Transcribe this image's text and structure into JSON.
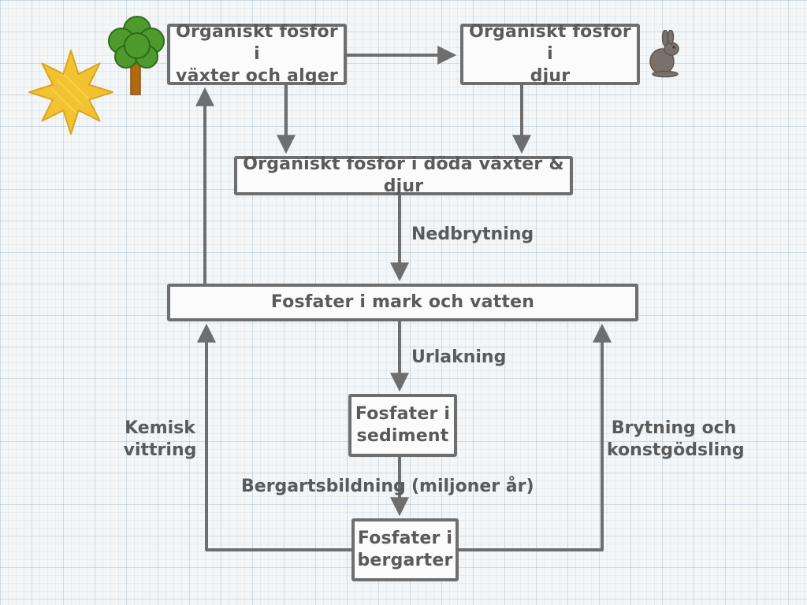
{
  "diagram": {
    "nodes": {
      "plants": "Organiskt fosfor i\nväxter och alger",
      "animals": "Organiskt fosfor i\ndjur",
      "dead": "Organiskt fosfor i döda växter & djur",
      "soil": "Fosfater i mark och vatten",
      "sediment": "Fosfater i\nsediment",
      "rock": "Fosfater i\nbergarter"
    },
    "edge_labels": {
      "decomposition": "Nedbrytning",
      "leaching": "Urlakning",
      "rock_formation": "Bergartsbildning",
      "million_years": "(miljoner år)",
      "weathering": "Kemisk\nvittring",
      "mining": "Brytning och\nkonstgödsling"
    },
    "icons": [
      "sun-icon",
      "tree-icon",
      "rabbit-icon"
    ],
    "colors": {
      "stroke": "#6e6e6e",
      "text": "#5a5a5a",
      "sun": "#f2c230",
      "tree_leaves": "#4e9a2d",
      "tree_trunk": "#b06a12",
      "rabbit": "#7a716c"
    }
  }
}
